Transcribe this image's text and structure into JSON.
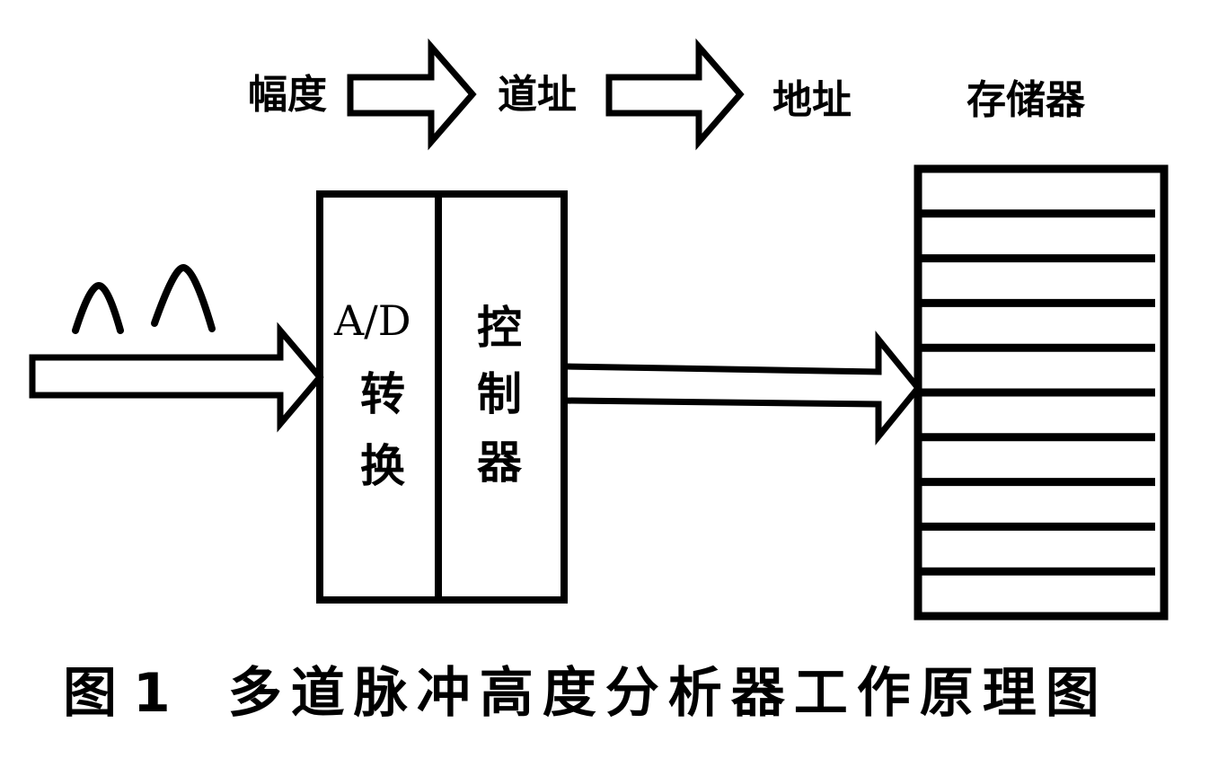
{
  "labels": {
    "amplitude": "幅度",
    "channel_address": "道址",
    "address": "地址",
    "memory": "存储器"
  },
  "blocks": {
    "adc_line1": "A/D",
    "adc_line2": "转",
    "adc_line3": "换",
    "controller_line1": "控",
    "controller_line2": "制",
    "controller_line3": "器"
  },
  "caption": {
    "figure": "图",
    "number": "1",
    "title": "多道脉冲高度分析器工作原理图"
  },
  "memory_rows": 10
}
